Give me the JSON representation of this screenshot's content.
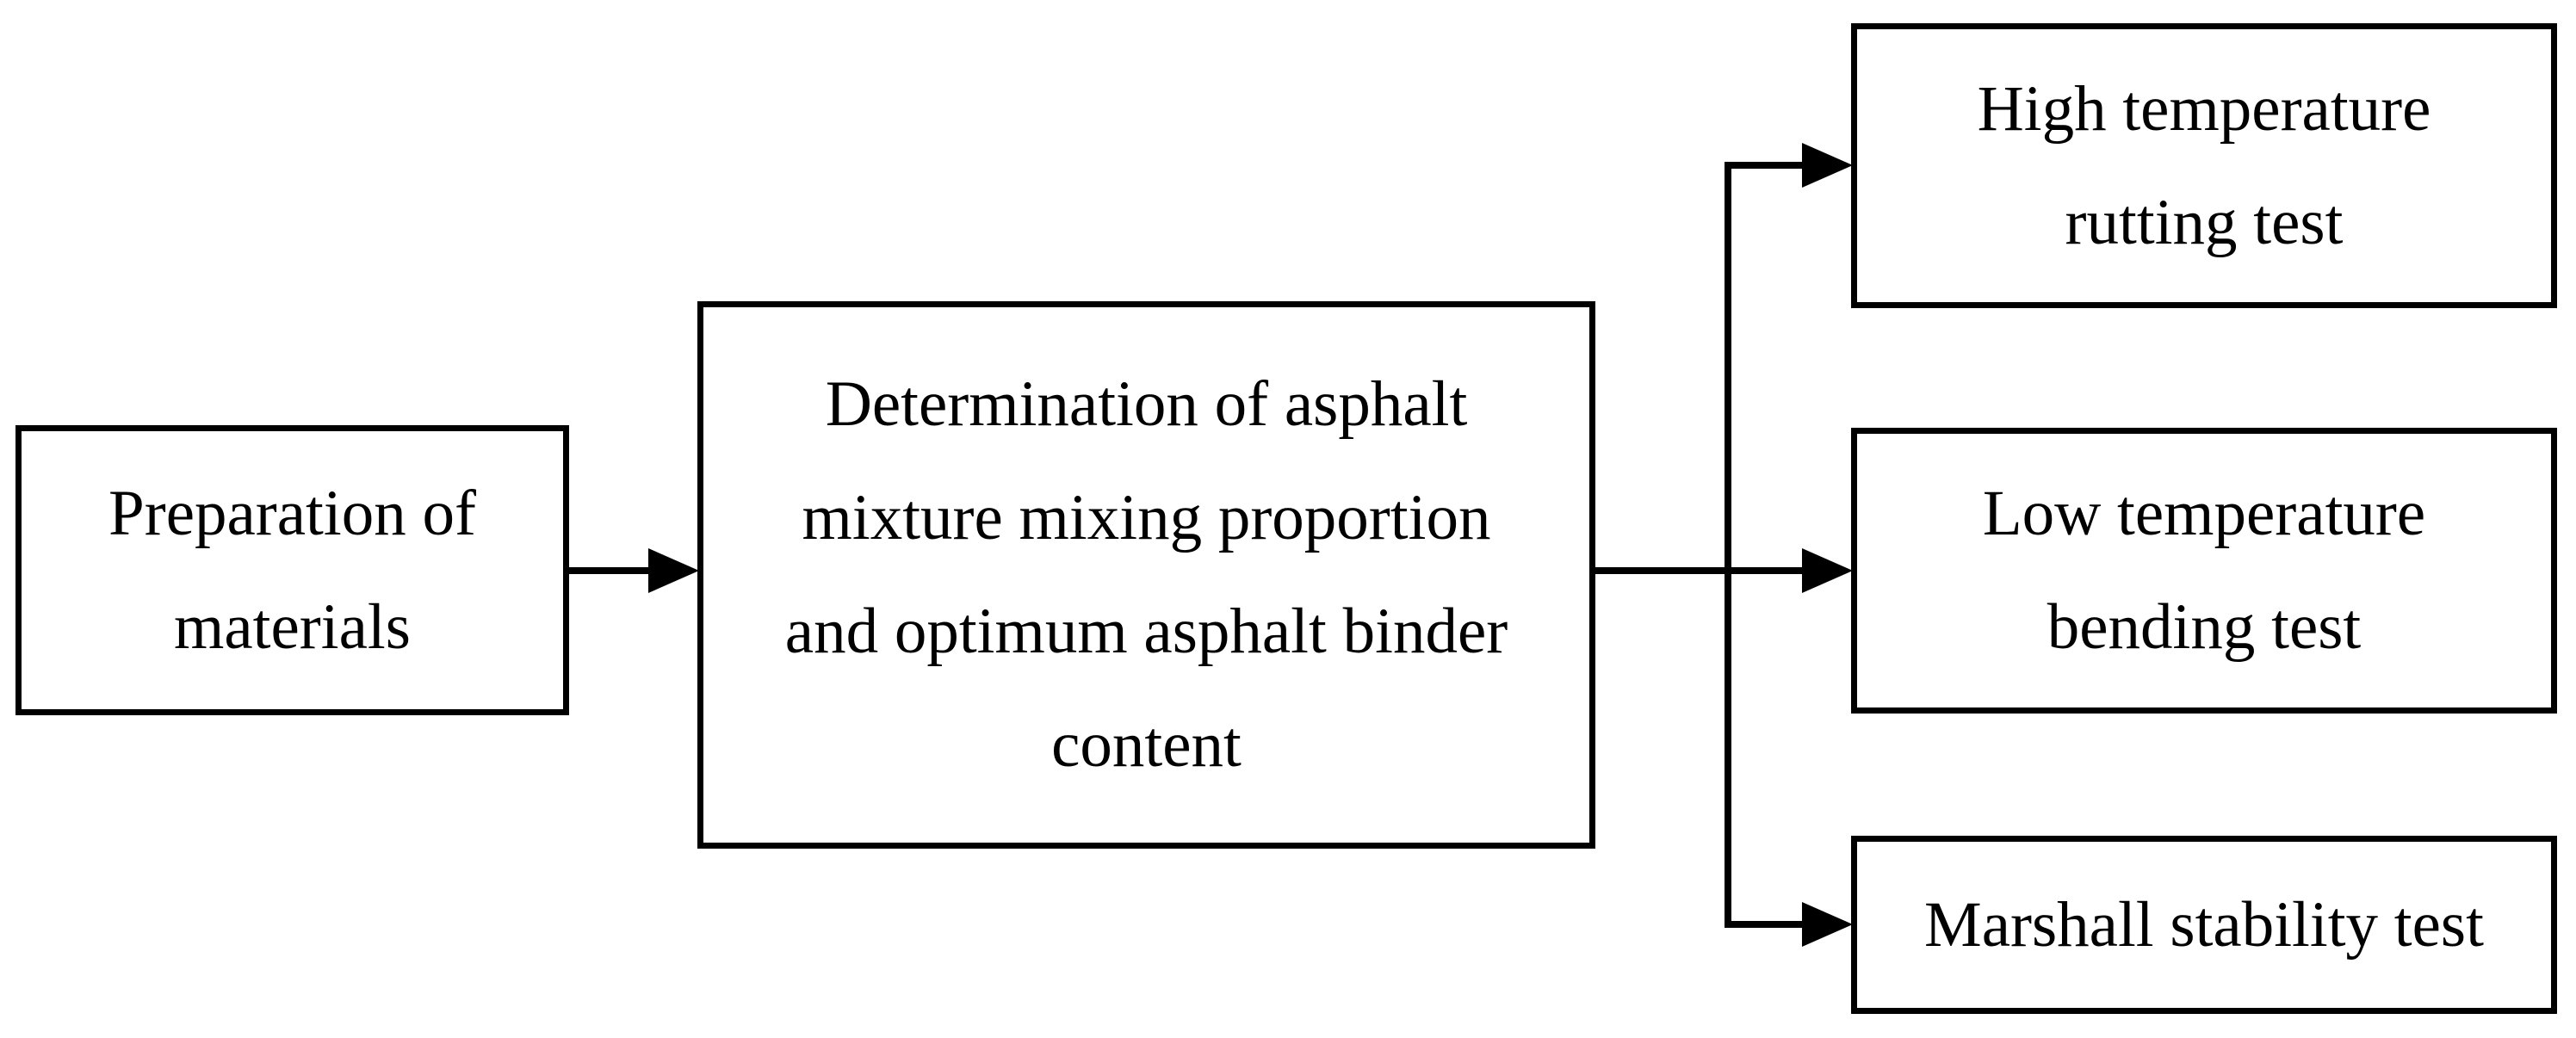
{
  "diagram": {
    "type": "flowchart",
    "background_color": "#ffffff",
    "line_color": "#000000",
    "text_color": "#000000",
    "nodes": {
      "preparation": {
        "label": "Preparation of materials",
        "lines": [
          "Preparation of",
          "materials"
        ]
      },
      "determination": {
        "label": "Determination of asphalt mixture mixing proportion and optimum asphalt binder content",
        "lines": [
          "Determination of asphalt",
          "mixture mixing proportion",
          "and optimum asphalt binder",
          "content"
        ]
      },
      "high_temperature": {
        "label": "High temperature rutting test",
        "lines": [
          "High temperature",
          "rutting test"
        ]
      },
      "low_temperature": {
        "label": "Low temperature bending test",
        "lines": [
          "Low temperature",
          "bending test"
        ]
      },
      "marshall": {
        "label": "Marshall stability test",
        "lines": [
          "Marshall stability test"
        ]
      }
    },
    "edges": [
      {
        "from": "preparation",
        "to": "determination"
      },
      {
        "from": "determination",
        "to": "high_temperature"
      },
      {
        "from": "determination",
        "to": "low_temperature"
      },
      {
        "from": "determination",
        "to": "marshall"
      }
    ]
  }
}
